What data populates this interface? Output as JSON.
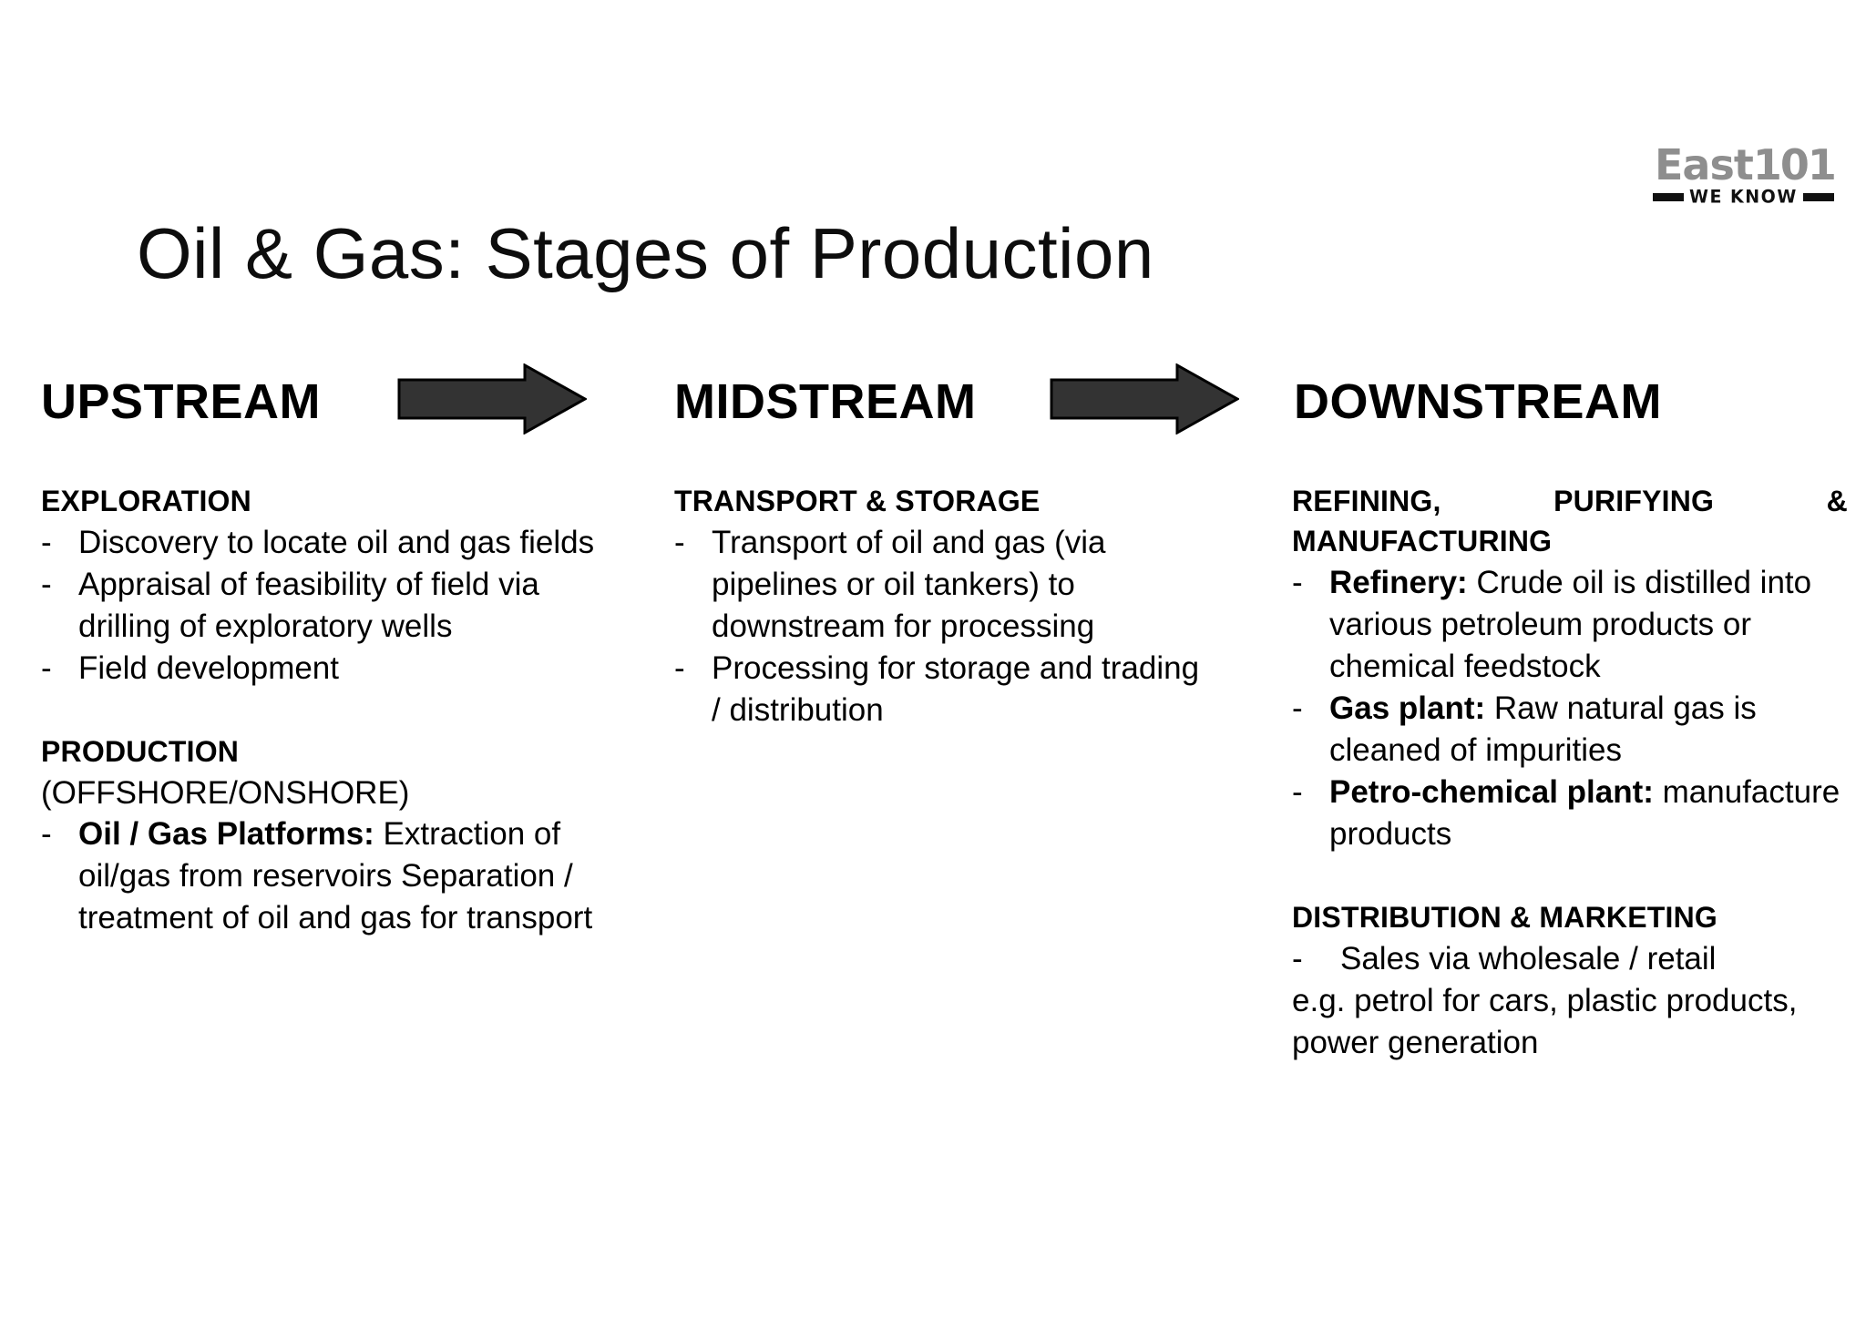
{
  "logo": {
    "brand": "East",
    "number": "101",
    "tagline": "WE KNOW"
  },
  "title": "Oil & Gas: Stages of Production",
  "flow": {
    "arrow_color": "#333333",
    "arrow_outline": "#000000",
    "arrow_1_name": "arrow-upstream-to-midstream",
    "arrow_2_name": "arrow-midstream-to-downstream"
  },
  "columns": [
    {
      "id": "upstream",
      "heading": "UPSTREAM",
      "sections": [
        {
          "heading": "EXPLORATION",
          "subheading": "",
          "bullets": [
            {
              "bold": "",
              "text": "Discovery to locate oil and gas fields"
            },
            {
              "bold": "",
              "text": "Appraisal of feasibility of field via drilling of exploratory wells"
            },
            {
              "bold": "",
              "text": "Field development"
            }
          ],
          "trailing_lines": []
        },
        {
          "heading": "PRODUCTION",
          "subheading": "(OFFSHORE/ONSHORE)",
          "bullets": [
            {
              "bold": "Oil / Gas Platforms:",
              "text": " Extraction of oil/gas from reservoirs Separation / treatment of oil and gas for transport"
            }
          ],
          "trailing_lines": []
        }
      ]
    },
    {
      "id": "midstream",
      "heading": "MIDSTREAM",
      "sections": [
        {
          "heading": "TRANSPORT & STORAGE",
          "subheading": "",
          "bullets": [
            {
              "bold": "",
              "text": "Transport of oil and gas (via pipelines or oil tankers) to downstream for processing"
            },
            {
              "bold": "",
              "text": "Processing for storage and trading / distribution"
            }
          ],
          "trailing_lines": []
        }
      ]
    },
    {
      "id": "downstream",
      "heading": "DOWNSTREAM",
      "sections": [
        {
          "heading": "REFINING, PURIFYING & MANUFACTURING",
          "subheading": "",
          "bullets": [
            {
              "bold": "Refinery:",
              "text": " Crude oil is distilled into various petroleum products or chemical feedstock"
            },
            {
              "bold": "Gas plant:",
              "text": " Raw natural gas is cleaned of impurities"
            },
            {
              "bold": "Petro-chemical plant:",
              "text": " manufacture products"
            }
          ],
          "trailing_lines": []
        },
        {
          "heading": "DISTRIBUTION & MARKETING",
          "subheading": "",
          "bullets": [
            {
              "bold": "",
              "text": "Sales via wholesale / retail"
            }
          ],
          "trailing_lines": [
            "e.g. petrol for cars, plastic products, power generation"
          ]
        }
      ]
    }
  ],
  "bullet_marker": "-"
}
